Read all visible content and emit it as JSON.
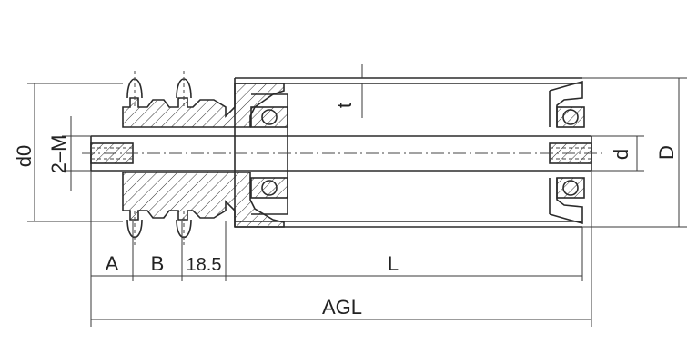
{
  "labels": {
    "d0": "d0",
    "m": "2–M",
    "t": "t",
    "d": "d",
    "D": "D",
    "A": "A",
    "B": "B",
    "offset": "18.5",
    "L": "L",
    "AGL": "AGL"
  }
}
